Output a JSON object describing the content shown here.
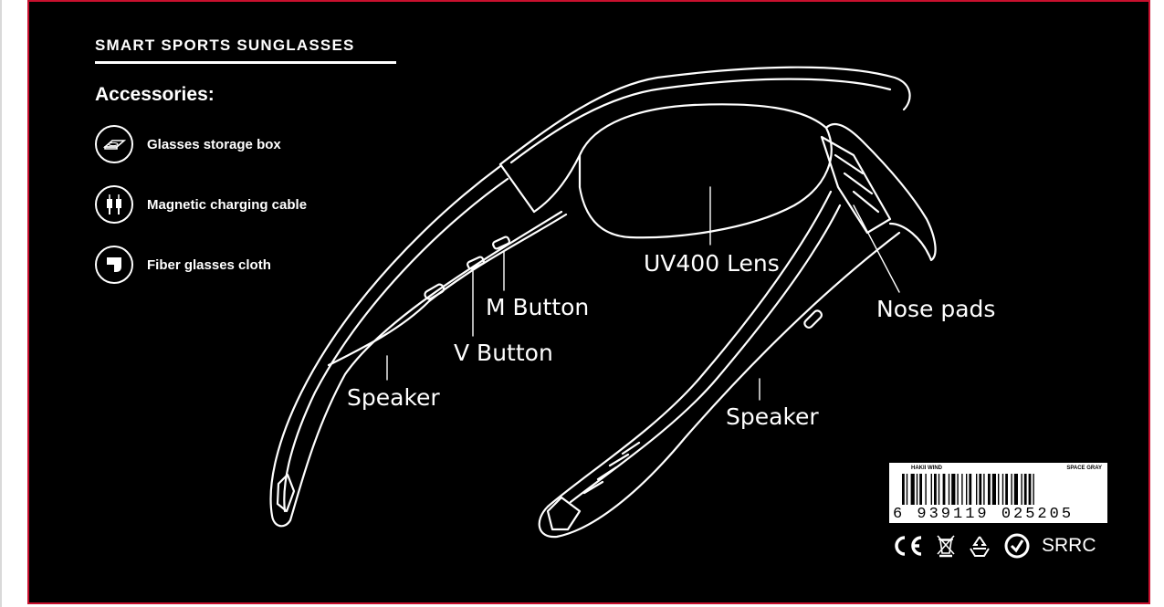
{
  "header": {
    "title": "SMART SPORTS SUNGLASSES",
    "accessories_heading": "Accessories:"
  },
  "accessories": [
    {
      "label": "Glasses storage box",
      "icon": "storage-box-icon"
    },
    {
      "label": "Magnetic charging cable",
      "icon": "charging-cable-icon"
    },
    {
      "label": "Fiber glasses cloth",
      "icon": "cloth-icon"
    }
  ],
  "callouts": {
    "lens": "UV400 Lens",
    "m_button": "M Button",
    "v_button": "V Button",
    "speaker_left": "Speaker",
    "speaker_right": "Speaker",
    "nose_pads": "Nose pads"
  },
  "barcode": {
    "brand": "HAKII WIND",
    "color_name": "SPACE GRAY",
    "number": "6 939119 025205"
  },
  "certifications": {
    "srrc": "SRRC",
    "marks": [
      "ce-mark-icon",
      "weee-bin-icon",
      "recycle-icon",
      "rohs-icon"
    ]
  },
  "colors": {
    "background": "#000000",
    "frame_border": "#c8102e",
    "line_art": "#ffffff"
  }
}
